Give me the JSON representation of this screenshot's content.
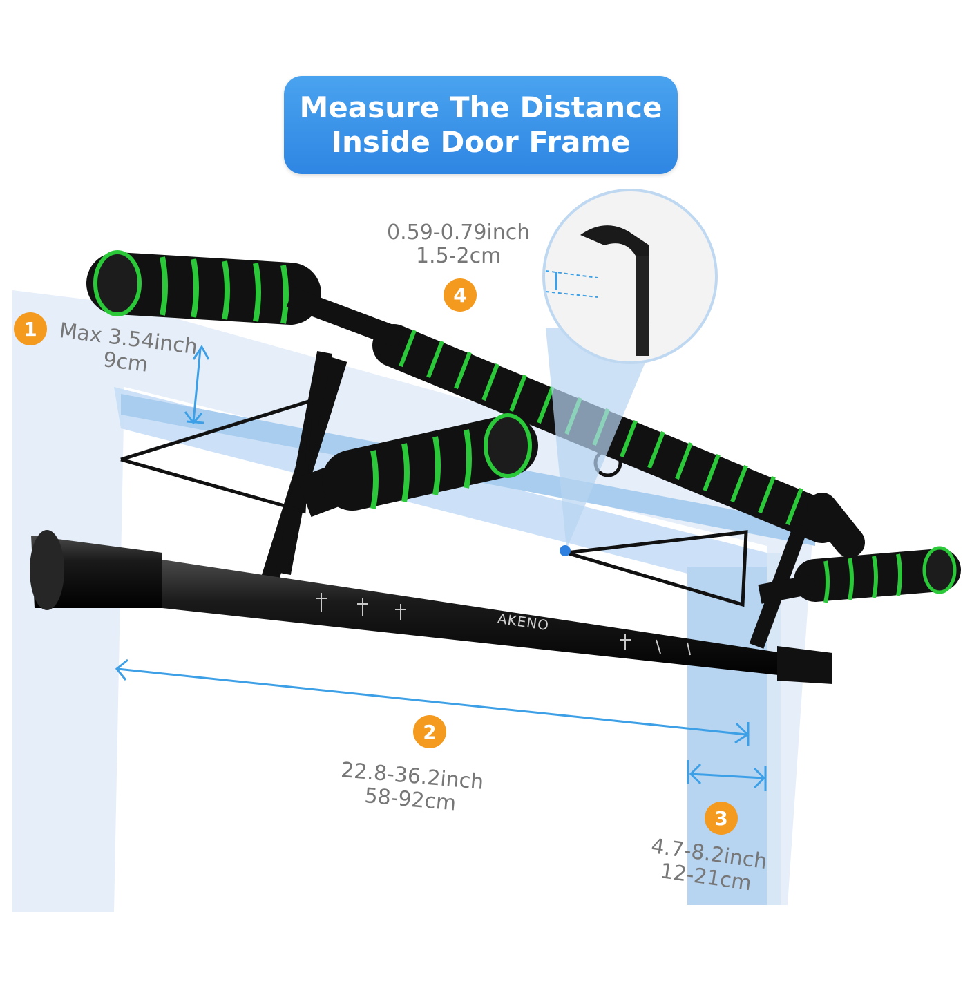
{
  "header": {
    "title_line1": "Measure The Distance",
    "title_line2": "Inside Door Frame"
  },
  "callouts": [
    {
      "number": "1",
      "line1": "Max 3.54inch",
      "line2": "9cm"
    },
    {
      "number": "2",
      "line1": "22.8-36.2inch",
      "line2": "58-92cm"
    },
    {
      "number": "3",
      "line1": "4.7-8.2inch",
      "line2": "12-21cm"
    },
    {
      "number": "4",
      "line1": "0.59-0.79inch",
      "line2": "1.5-2cm"
    }
  ],
  "brand": "AKENO",
  "colors": {
    "banner": "#3d95ea",
    "badge": "#f39a1f",
    "foam_black": "#111111",
    "foam_stripe": "#2bc83a",
    "door_frame": "#c7def6",
    "arrow": "#3da0e6"
  }
}
